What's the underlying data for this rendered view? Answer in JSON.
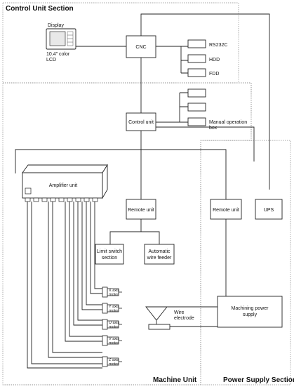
{
  "sections": {
    "control_unit": "Control Unit Section",
    "machine_unit": "Machine Unit",
    "power_supply": "Power Supply Section"
  },
  "display": {
    "title": "Display",
    "caption_line1": "10.4\" color",
    "caption_line2": "LCD"
  },
  "blocks": {
    "cnc": "CNC",
    "rs232c": "RS232C",
    "hdd": "HDD",
    "fdd": "FDD",
    "control_unit": "Control unit",
    "manual_box_line1": "Manual operation",
    "manual_box_line2": "box",
    "amplifier_unit": "Amplifier unit",
    "remote_unit_left": "Remote unit",
    "remote_unit_right": "Remote unit",
    "ups": "UPS",
    "limit_switch_line1": "Limit switch",
    "limit_switch_line2": "section",
    "auto_wire_line1": "Automatic",
    "auto_wire_line2": "wire feeder",
    "machining_power_line1": "Machining power",
    "machining_power_line2": "supply",
    "wire_electrode_line1": "Wire",
    "wire_electrode_line2": "electrode"
  },
  "motors": [
    {
      "line1": "X axis",
      "line2": "motor"
    },
    {
      "line1": "Y axis",
      "line2": "motor"
    },
    {
      "line1": "U axis",
      "line2": "motor"
    },
    {
      "line1": "V axis",
      "line2": "motor"
    },
    {
      "line1": "Z axis",
      "line2": "motor"
    }
  ]
}
